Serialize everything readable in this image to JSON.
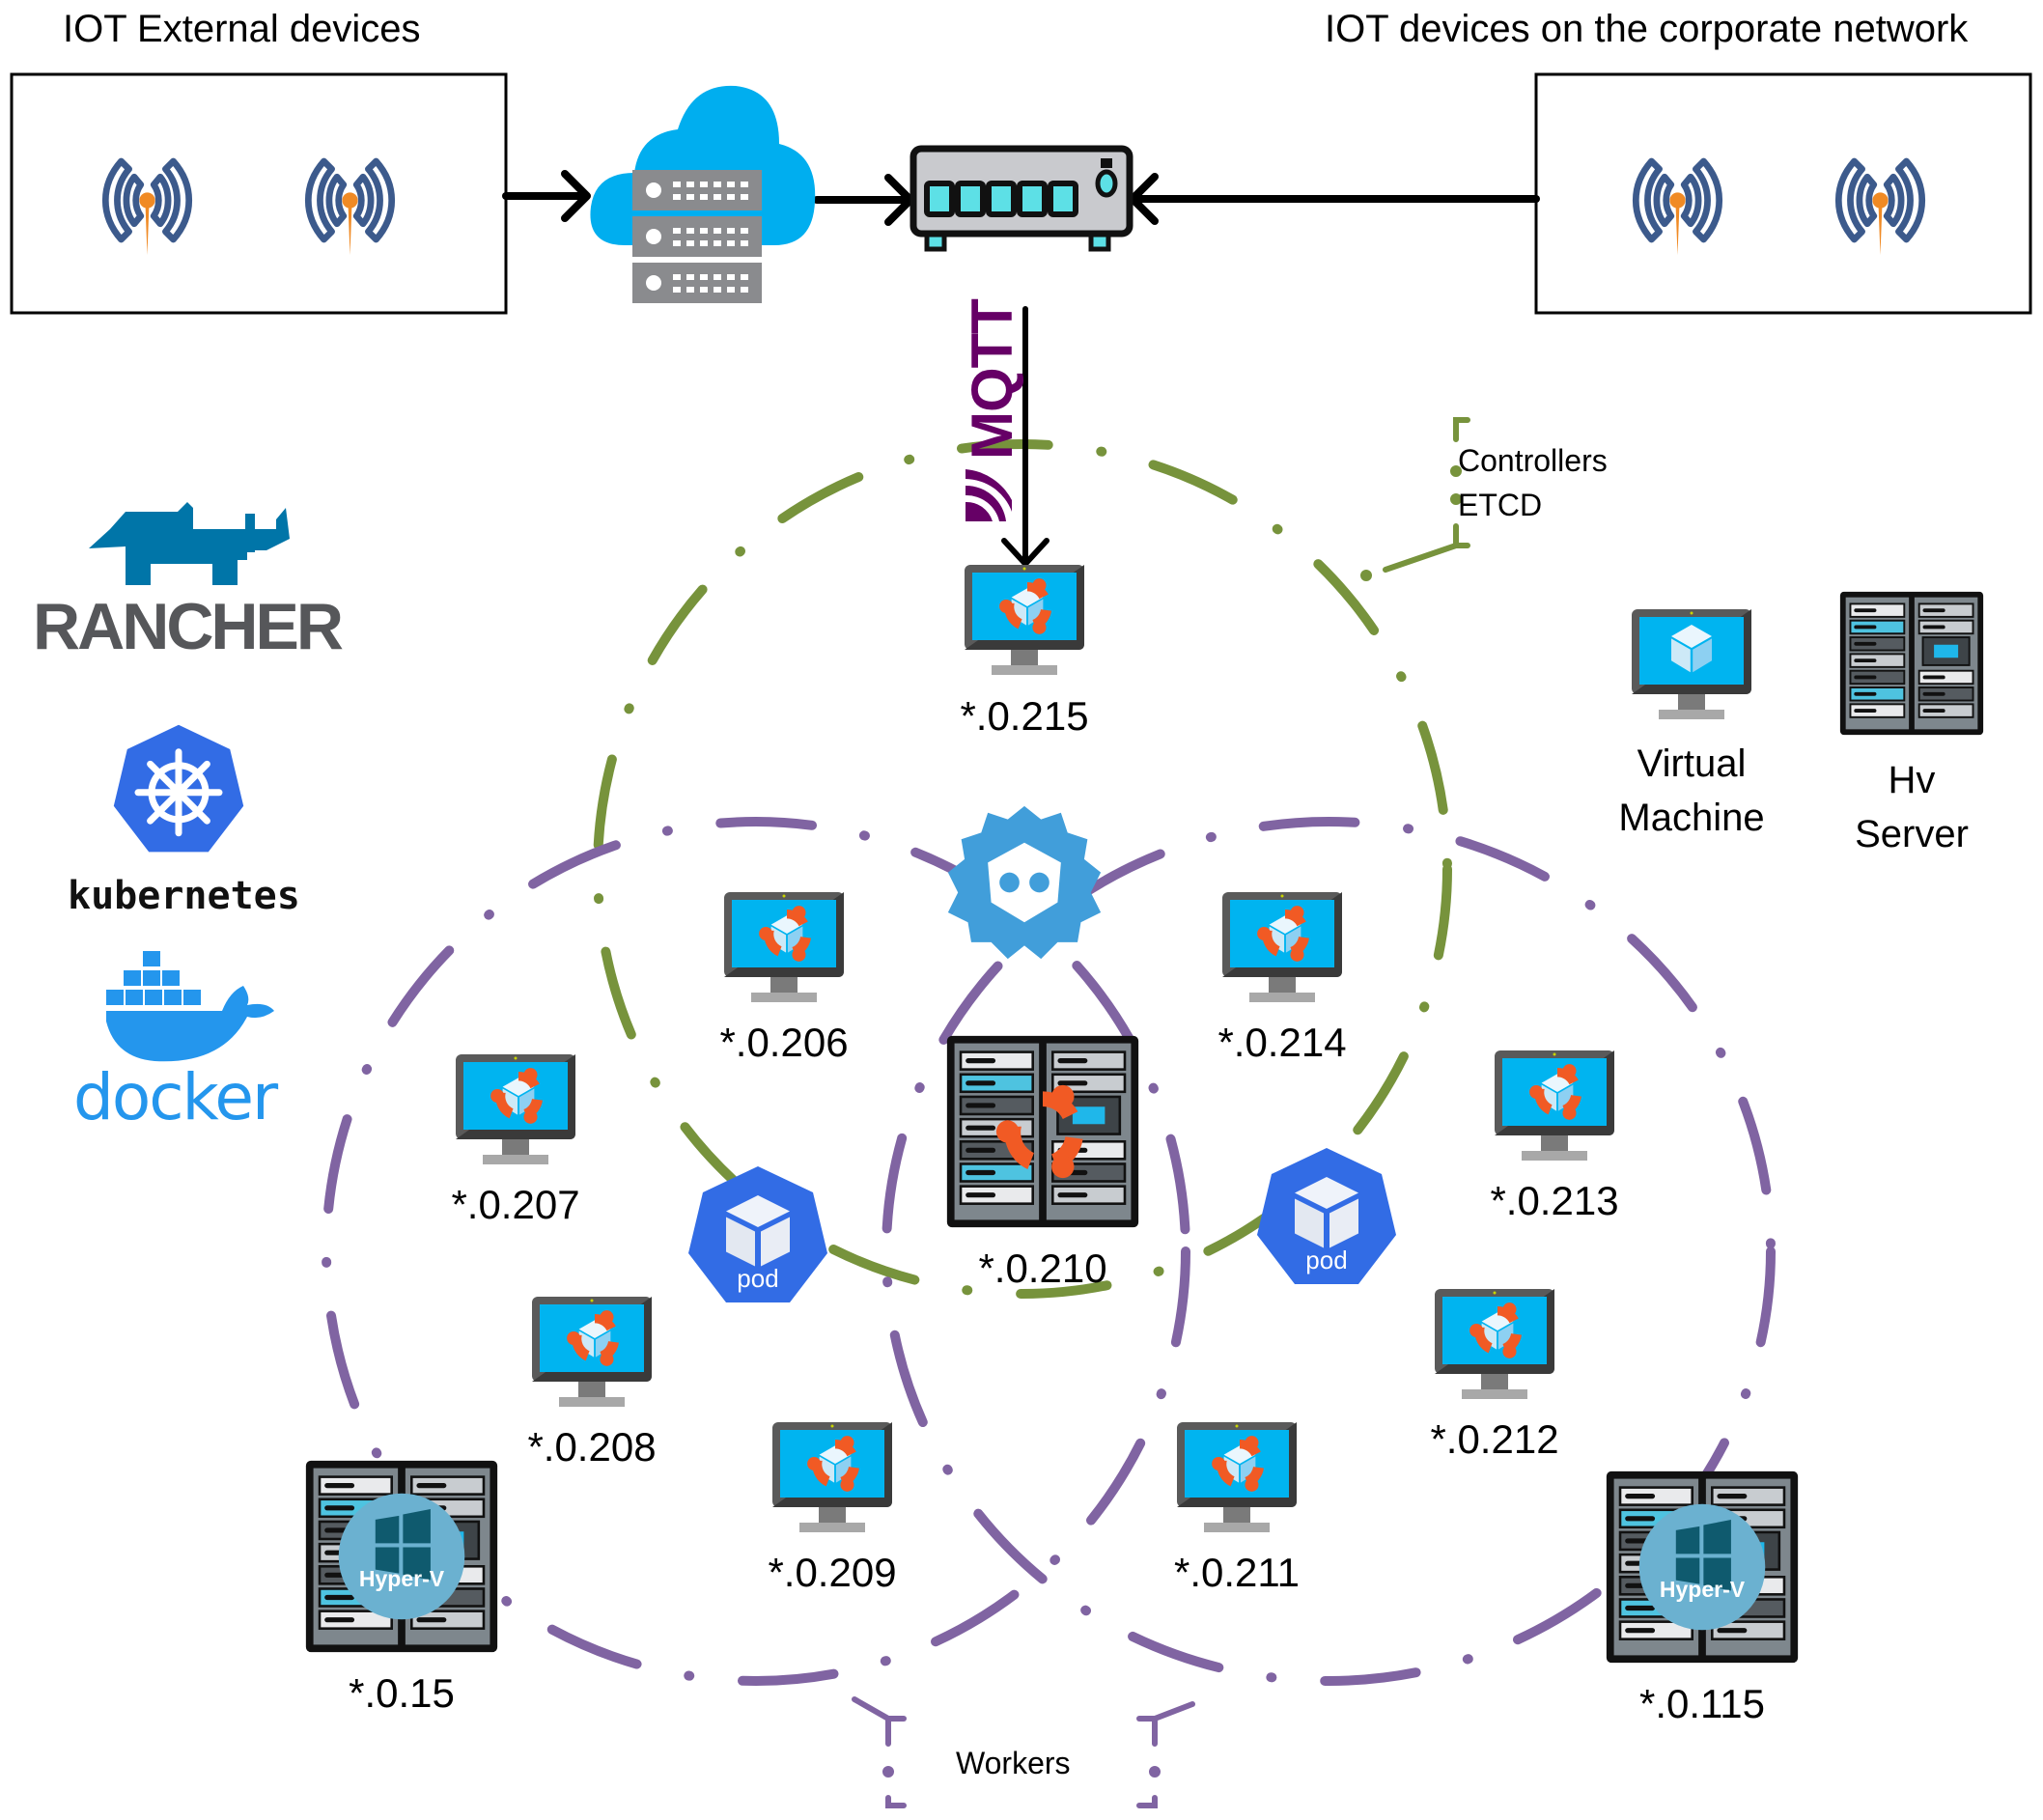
{
  "diagram": {
    "external_group": {
      "title": "IOT External devices",
      "devices": [
        "antenna",
        "antenna"
      ]
    },
    "corporate_group": {
      "title": "IOT devices on the corporate network",
      "devices": [
        "antenna",
        "antenna"
      ]
    },
    "cloud": {
      "icon": "cloud-server-icon"
    },
    "switch": {
      "icon": "network-switch-icon"
    },
    "protocol": {
      "label": "MQTT"
    },
    "controllers_group": {
      "label_line1": "Controllers",
      "label_line2": "ETCD",
      "color": "#77933C"
    },
    "workers_group": {
      "label": "Workers",
      "color": "#8064A2"
    },
    "nodes": {
      "n215": {
        "ip": "*.0.215",
        "type": "ubuntu-vm"
      },
      "n206": {
        "ip": "*.0.206",
        "type": "ubuntu-vm"
      },
      "n214": {
        "ip": "*.0.214",
        "type": "ubuntu-vm"
      },
      "n207": {
        "ip": "*.0.207",
        "type": "ubuntu-vm"
      },
      "n213": {
        "ip": "*.0.213",
        "type": "ubuntu-vm"
      },
      "n208": {
        "ip": "*.0.208",
        "type": "ubuntu-vm"
      },
      "n212": {
        "ip": "*.0.212",
        "type": "ubuntu-vm"
      },
      "n209": {
        "ip": "*.0.209",
        "type": "ubuntu-vm"
      },
      "n211": {
        "ip": "*.0.211",
        "type": "ubuntu-vm"
      },
      "n210": {
        "ip": "*.0.210",
        "type": "ubuntu-server"
      },
      "n15": {
        "ip": "*.0.15",
        "type": "hyper-v-server",
        "badge": "Hyper-V"
      },
      "n115": {
        "ip": "*.0.115",
        "type": "hyper-v-server",
        "badge": "Hyper-V"
      }
    },
    "pods": [
      {
        "label": "pod"
      },
      {
        "label": "pod"
      }
    ],
    "legend": {
      "vm": {
        "line1": "Virtual",
        "line2": "Machine"
      },
      "server": {
        "line1": "Hv",
        "line2": "Server"
      }
    },
    "logos": {
      "rancher": "RANCHER",
      "kubernetes": "kubernetes",
      "docker": "docker"
    },
    "colors": {
      "antenna_blue": "#3C5A8C",
      "antenna_orange": "#F08A24",
      "cloud_blue": "#00AEEF",
      "screen_blue": "#00B4F0",
      "ubuntu_orange": "#F15A24",
      "k8s_blue": "#326CE5",
      "docker_blue": "#2496ED",
      "rancher_blue": "#0075A8",
      "etcd_blue": "#419EDA",
      "mqtt_purple": "#660066",
      "hyperv_teal": "#6BB1D0"
    }
  }
}
